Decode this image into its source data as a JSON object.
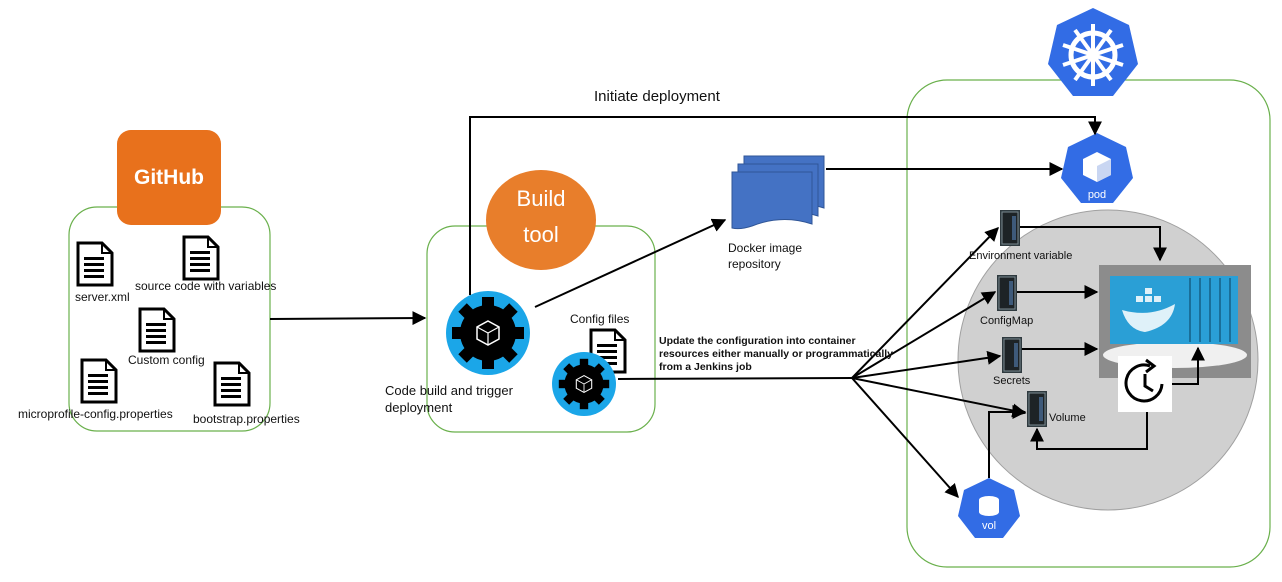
{
  "github": {
    "badge": "GitHub",
    "color": "#e8711c"
  },
  "github_files": {
    "server_xml": "server.xml",
    "source_code": "source code with variables",
    "custom_config": "Custom config",
    "microprofile": "microprofile-config.properties",
    "bootstrap": "bootstrap.properties"
  },
  "build": {
    "tool_line1": "Build",
    "tool_line2": "tool",
    "tool_color": "#e87e2b",
    "code_build_line1": "Code build and trigger",
    "code_build_line2": "deployment",
    "config_files": "Config files"
  },
  "registry": {
    "line1": "Docker image",
    "line2": "repository",
    "color": "#4472c4"
  },
  "flows": {
    "initiate": "Initiate deployment",
    "update_line1": "Update the configuration into container",
    "update_line2": "resources either manually or programmatically",
    "update_line3": "from a Jenkins job"
  },
  "cluster": {
    "pod_label": "pod",
    "vol_label": "vol",
    "env_var": "Environment variable",
    "configmap": "ConfigMap",
    "secrets": "Secrets",
    "volume": "Volume",
    "k8s_color": "#326ce5"
  },
  "icons": {
    "github_group": "document-icon",
    "gear": "gear-icon",
    "k8s": "helm-wheel-icon",
    "container": "docker-container-icon",
    "refresh": "clock-refresh-icon"
  }
}
